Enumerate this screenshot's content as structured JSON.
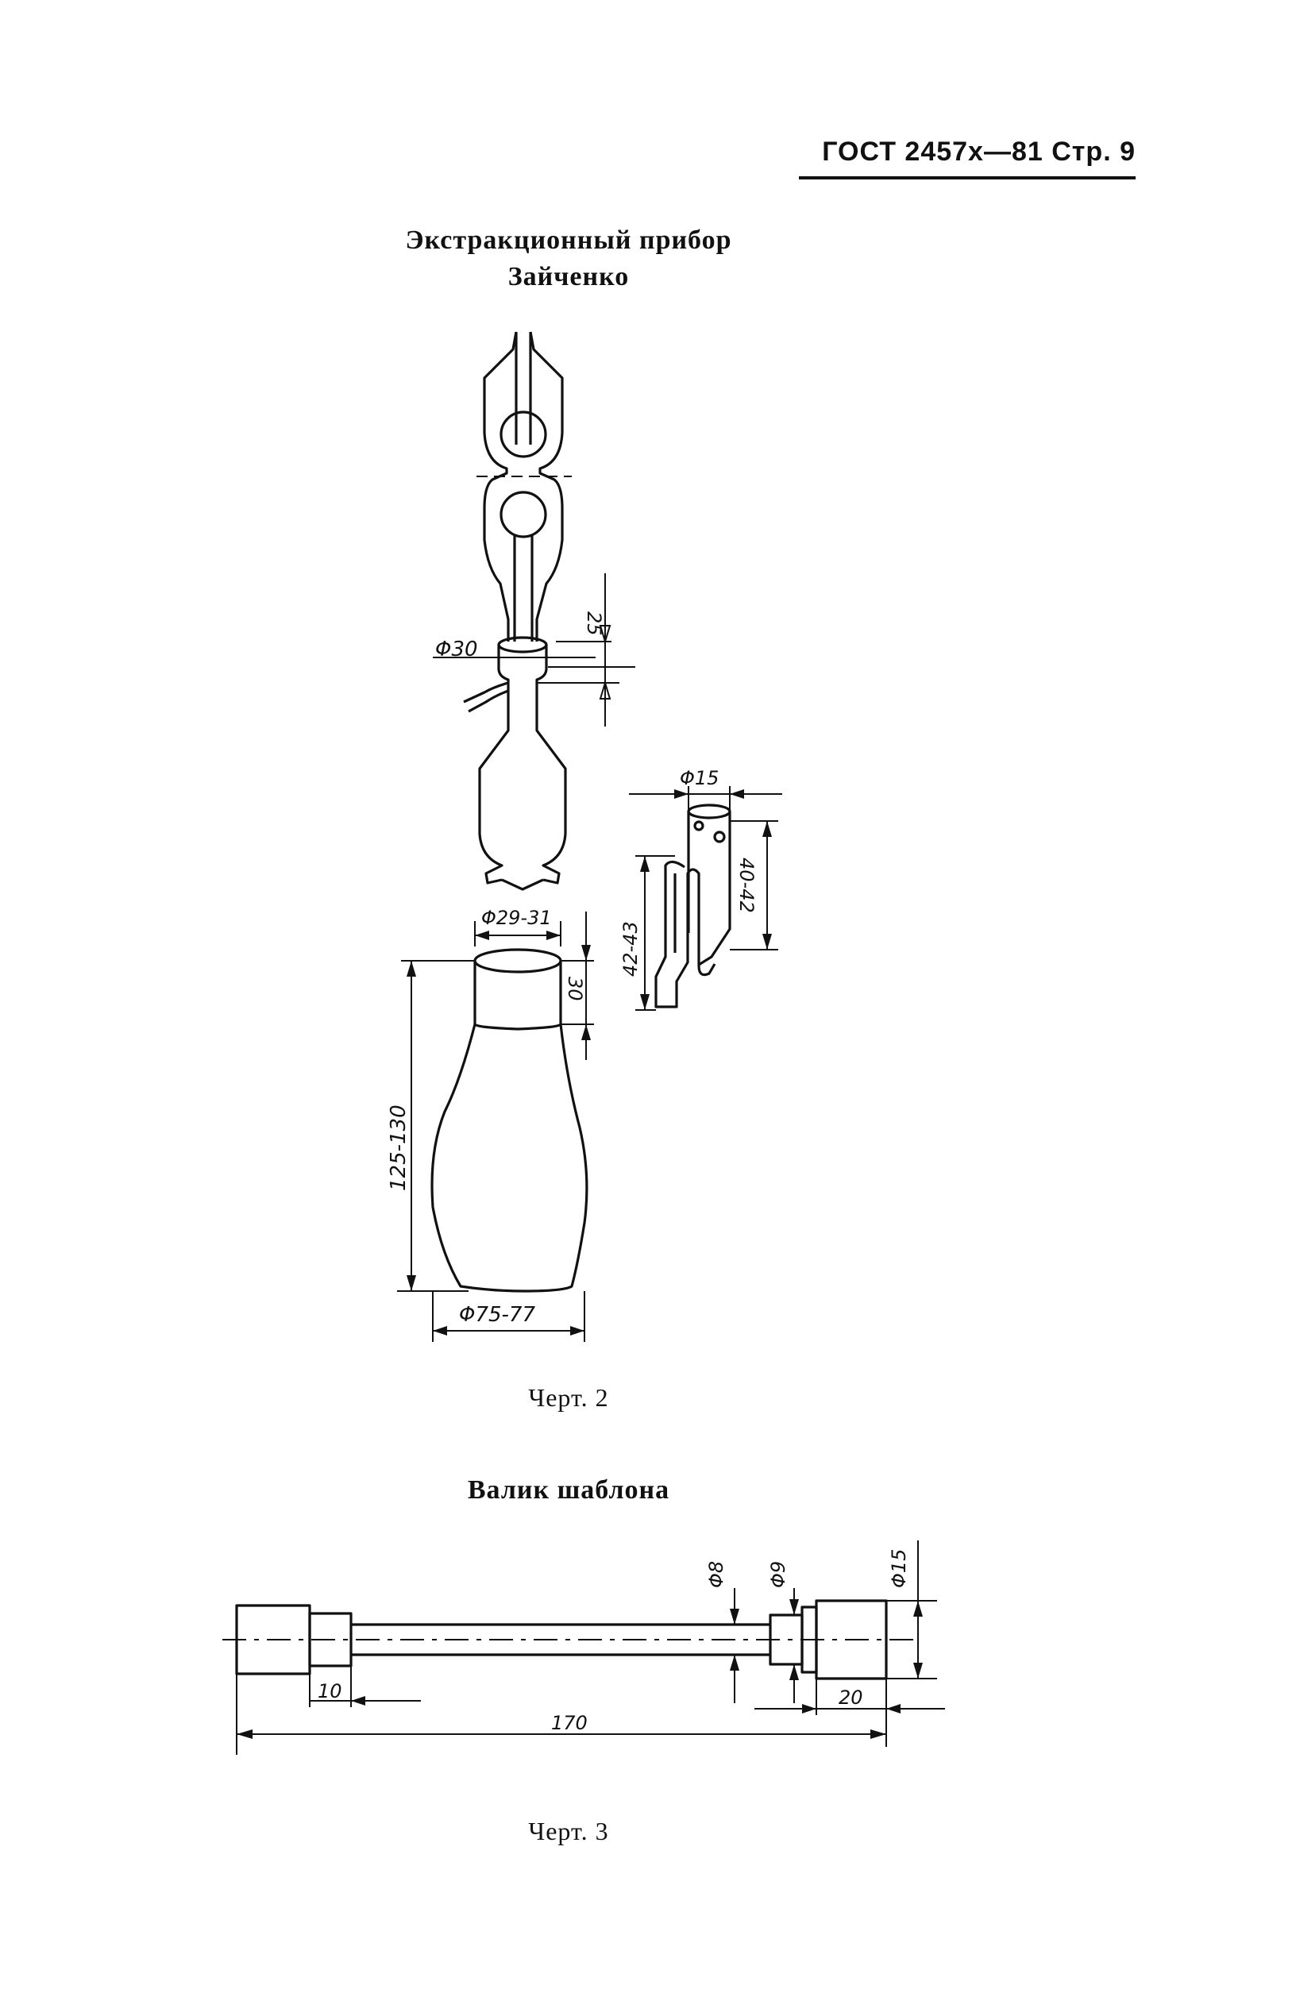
{
  "header": {
    "text": "ГОСТ 2457х—81 Стр. 9"
  },
  "figure2": {
    "title_line1": "Экстракционный прибор",
    "title_line2": "Зайченко",
    "caption": "Черт. 2",
    "dims": {
      "d30": "Φ30",
      "h25": "25",
      "d15": "Φ15",
      "h40_42": "40-42",
      "h42_43": "42-43",
      "d29_31": "Φ29-31",
      "h30": "30",
      "h125_130": "125-130",
      "d75_77": "Φ75-77"
    }
  },
  "figure3": {
    "title": "Валик шаблона",
    "caption": "Черт. 3",
    "dims": {
      "d8": "Φ8",
      "d9": "Φ9",
      "d15": "Φ15",
      "l10": "10",
      "l20": "20",
      "l170": "170"
    }
  }
}
